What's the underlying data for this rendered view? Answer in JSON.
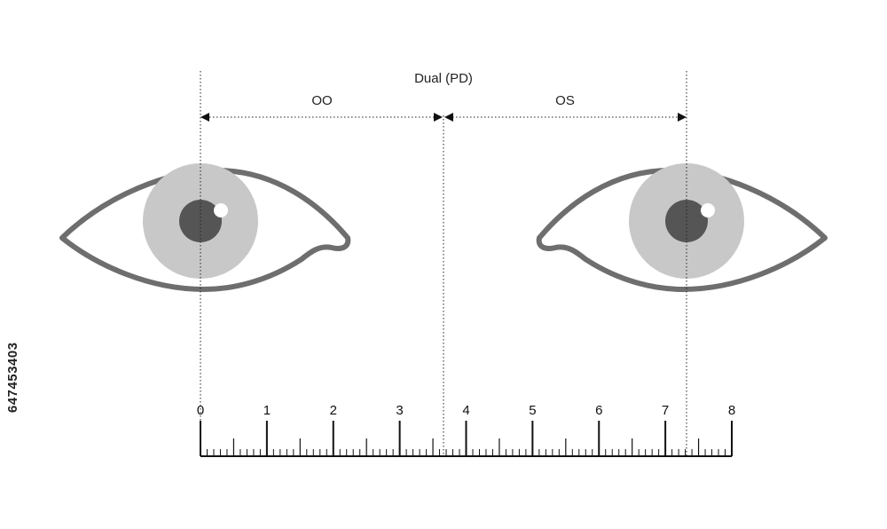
{
  "labels": {
    "total": "Dual (PD)",
    "right_eye": "OO",
    "left_eye": "OS"
  },
  "ruler": {
    "min": 0,
    "max": 8,
    "labels": [
      "0",
      "1",
      "2",
      "3",
      "4",
      "5",
      "6",
      "7",
      "8"
    ],
    "minor_per_unit": 10
  },
  "measurements": {
    "right_pupil_at": 0,
    "center_at": 3.67,
    "left_pupil_at": 7.3
  },
  "side_text": "647453403",
  "colors": {
    "eye_outline": "#6e6e6e",
    "iris": "#c8c8c8",
    "pupil": "#555555",
    "ink": "#111111"
  }
}
